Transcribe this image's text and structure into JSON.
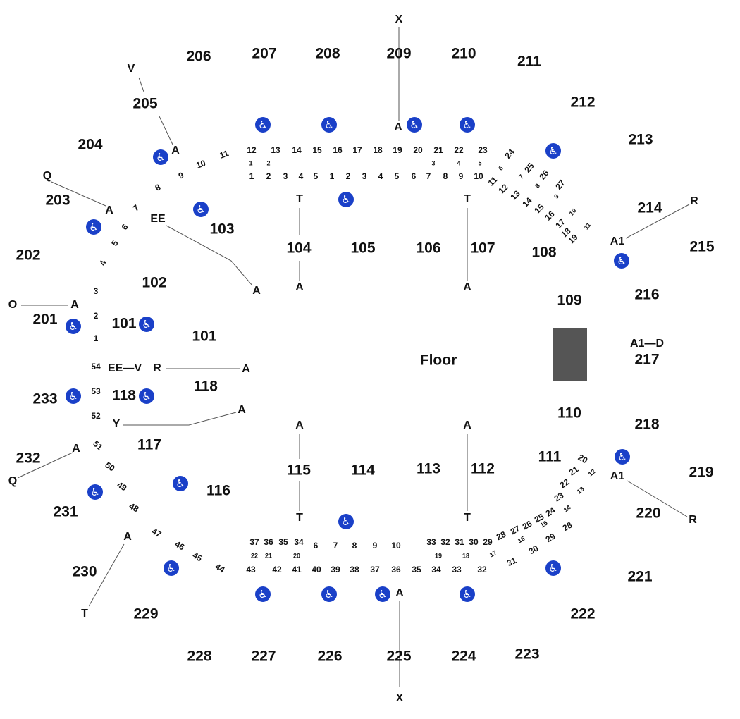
{
  "floor_label": "Floor",
  "colors": {
    "accessible": "#1a40c8",
    "stage": "#555555"
  },
  "sections_200": [
    "206",
    "207",
    "208",
    "209",
    "210",
    "211",
    "212",
    "213",
    "214",
    "215",
    "216",
    "217",
    "218",
    "219",
    "220",
    "221",
    "222",
    "223",
    "224",
    "225",
    "226",
    "227",
    "228",
    "229",
    "230",
    "231",
    "232",
    "233",
    "201",
    "202",
    "203",
    "204",
    "205"
  ],
  "sections_100": [
    "103",
    "104",
    "105",
    "106",
    "107",
    "108",
    "109",
    "110",
    "111",
    "112",
    "113",
    "114",
    "115",
    "116",
    "117",
    "118",
    "101",
    "102",
    "101",
    "118"
  ],
  "row_letters": [
    "X",
    "A",
    "V",
    "A",
    "Q",
    "A",
    "EE",
    "T",
    "A",
    "T",
    "A",
    "A",
    "O",
    "A",
    "R",
    "A1",
    "A1—D",
    "EE—V",
    "R",
    "A",
    "A",
    "Y",
    "A",
    "A",
    "A",
    "Q",
    "A1",
    "R",
    "T",
    "T",
    "A",
    "T",
    "A",
    "X"
  ],
  "seat_rows": {
    "top_row": [
      "12",
      "13",
      "14",
      "15",
      "16",
      "17",
      "18",
      "19",
      "20",
      "21",
      "22",
      "23"
    ],
    "top_small": [
      "1",
      "2",
      "3",
      "4",
      "5"
    ],
    "top_inner": [
      "1",
      "2",
      "3",
      "4",
      "5",
      "1",
      "2",
      "3",
      "4",
      "5",
      "6",
      "7",
      "8",
      "9",
      "10"
    ],
    "right_top_diag": [
      "11",
      "12",
      "13",
      "14",
      "15",
      "16",
      "17",
      "18",
      "19",
      "24",
      "25",
      "26",
      "27"
    ],
    "right_top_small": [
      "6",
      "7",
      "8",
      "9",
      "10",
      "11"
    ],
    "left_arc": [
      "11",
      "10",
      "9",
      "8",
      "7",
      "6",
      "5",
      "4",
      "3",
      "2",
      "1",
      "54",
      "53",
      "52",
      "51",
      "50",
      "49",
      "48",
      "47",
      "46",
      "45",
      "44"
    ],
    "bottom_row": [
      "37",
      "36",
      "35",
      "34",
      "6",
      "7",
      "8",
      "9",
      "10",
      "33",
      "32",
      "31",
      "30",
      "29",
      "28",
      "27",
      "26",
      "25",
      "24",
      "23",
      "22",
      "21",
      "20"
    ],
    "bottom_small": [
      "22",
      "21",
      "20",
      "19",
      "18",
      "17",
      "16",
      "15",
      "14",
      "13",
      "12"
    ],
    "bottom_outer": [
      "43",
      "42",
      "41",
      "40",
      "39",
      "38",
      "37",
      "36",
      "35",
      "34",
      "33",
      "32",
      "31",
      "30",
      "29",
      "28"
    ]
  },
  "accessible_icon": "wheelchair-icon",
  "accessible_count": 24
}
